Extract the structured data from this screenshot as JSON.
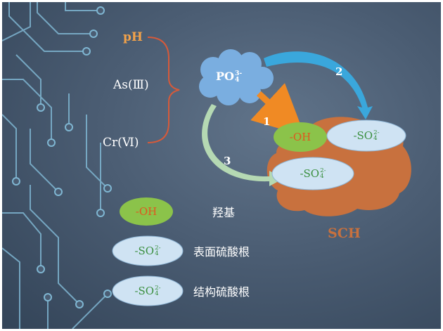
{
  "factors": [
    "pH",
    "As(Ⅲ)",
    "Cr(Ⅵ)"
  ],
  "phosphate": {
    "base": "PO",
    "sub": "4",
    "sup": "3-"
  },
  "material_label": "SCH",
  "hydroxyl": "-OH",
  "sulfate": {
    "base": "-SO",
    "sub": "4",
    "sup": "2-"
  },
  "pathways": [
    "1",
    "2",
    "3"
  ],
  "legend": [
    {
      "species": "-OH",
      "label": "羟基"
    },
    {
      "species": "-SO",
      "label": "表面硫酸根"
    },
    {
      "species": "-SO",
      "label": "结构硫酸根"
    }
  ],
  "colors": {
    "background": "#4b5d73",
    "circuit": "#7fb6d2",
    "cloud": "#7aaee0",
    "sch": "#c8713e",
    "hydroxyl": "#8bc34a",
    "sulfate": "#cfe3f3",
    "species_text": "#3a8f3e",
    "ph_text": "#f2a24a",
    "arrow_orange": "#f08a24",
    "arrow_blue": "#3aa7dc",
    "arrow_green": "#b5d9b3",
    "bracket": "#d65a3a"
  }
}
